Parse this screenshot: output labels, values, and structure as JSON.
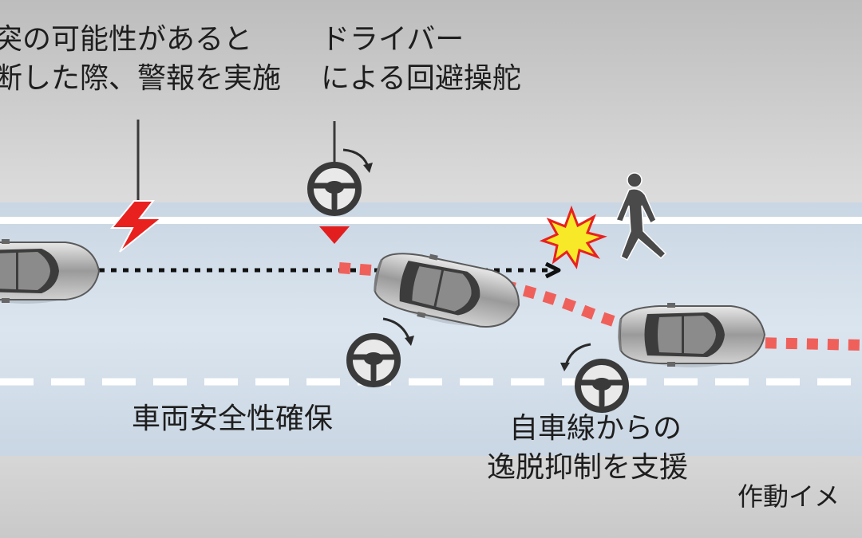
{
  "labels": {
    "warning": [
      "突の可能性があると",
      "断した際、警報を実施"
    ],
    "driver_steer": [
      "ドライバー",
      "による回避操舵"
    ],
    "vehicle_stability": "車両安全性確保",
    "lane_departure": [
      "自車線からの",
      "逸脱抑制を支援"
    ],
    "caption": "作動イメ"
  },
  "colors": {
    "background_top": "#c3c3c3",
    "background_bottom": "#ececec",
    "road": "#d6e2ee",
    "trajectory": "#f0605a",
    "warning_bolt": "#e8211f",
    "marker": "#e31e1e",
    "collision_burst": "#f7e928",
    "pedestrian": "#4a4a4a"
  },
  "icons": [
    "lightning-bolt-icon",
    "steering-wheel-icon",
    "pedestrian-icon",
    "collision-burst-icon",
    "car-icon"
  ]
}
